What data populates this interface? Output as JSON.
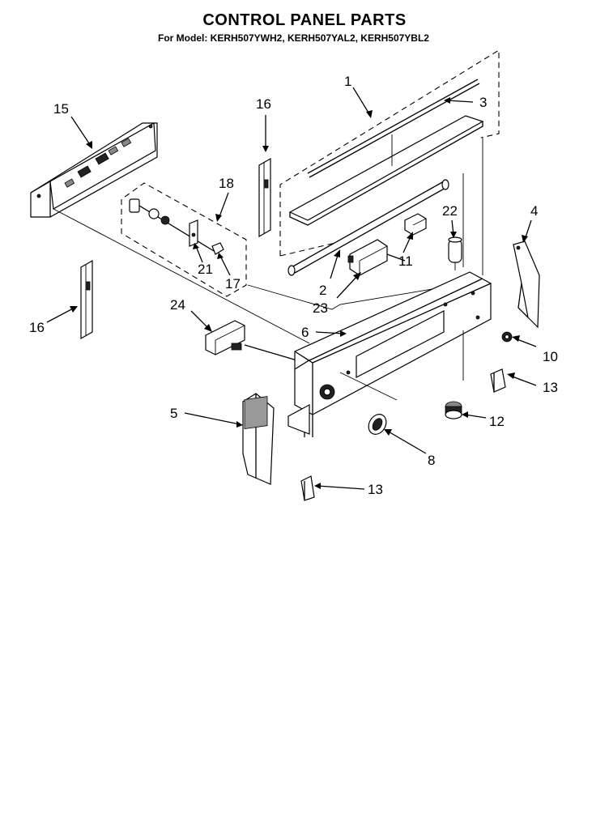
{
  "title": "CONTROL PANEL PARTS",
  "subtitle": "For Model: KERH507YWH2, KERH507YAL2, KERH507YBL2",
  "callouts": [
    {
      "id": "1",
      "text": "1"
    },
    {
      "id": "2",
      "text": "2"
    },
    {
      "id": "3",
      "text": "3"
    },
    {
      "id": "4",
      "text": "4"
    },
    {
      "id": "5",
      "text": "5"
    },
    {
      "id": "6",
      "text": "6"
    },
    {
      "id": "8",
      "text": "8"
    },
    {
      "id": "10",
      "text": "10"
    },
    {
      "id": "11",
      "text": "11"
    },
    {
      "id": "12",
      "text": "12"
    },
    {
      "id": "13a",
      "text": "13"
    },
    {
      "id": "13b",
      "text": "13"
    },
    {
      "id": "15",
      "text": "15"
    },
    {
      "id": "16a",
      "text": "16"
    },
    {
      "id": "16b",
      "text": "16"
    },
    {
      "id": "17",
      "text": "17"
    },
    {
      "id": "18",
      "text": "18"
    },
    {
      "id": "21",
      "text": "21"
    },
    {
      "id": "22",
      "text": "22"
    },
    {
      "id": "23",
      "text": "23"
    },
    {
      "id": "24",
      "text": "24"
    }
  ]
}
